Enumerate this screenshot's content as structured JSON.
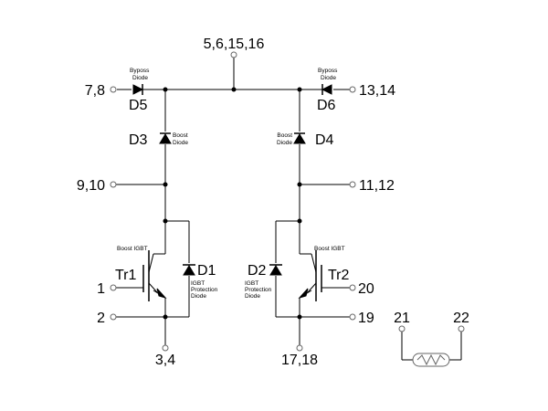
{
  "terminals": {
    "t_5_6_15_16": "5,6,15,16",
    "t_7_8": "7,8",
    "t_13_14": "13,14",
    "t_9_10": "9,10",
    "t_11_12": "11,12",
    "t_1": "1",
    "t_2": "2",
    "t_3_4": "3,4",
    "t_17_18": "17,18",
    "t_19": "19",
    "t_20": "20",
    "t_21": "21",
    "t_22": "22"
  },
  "components": {
    "d5": "D5",
    "d6": "D6",
    "d3": "D3",
    "d4": "D4",
    "d1": "D1",
    "d2": "D2",
    "tr1": "Tr1",
    "tr2": "Tr2"
  },
  "notes": {
    "bypass1": "Byposs",
    "bypass2": "Diode",
    "boost1": "Boost",
    "boost2": "Diode",
    "boost_igbt": "Boost  IGBT",
    "prot1": "IGBT",
    "prot2": "Protection",
    "prot3": "Diode"
  }
}
